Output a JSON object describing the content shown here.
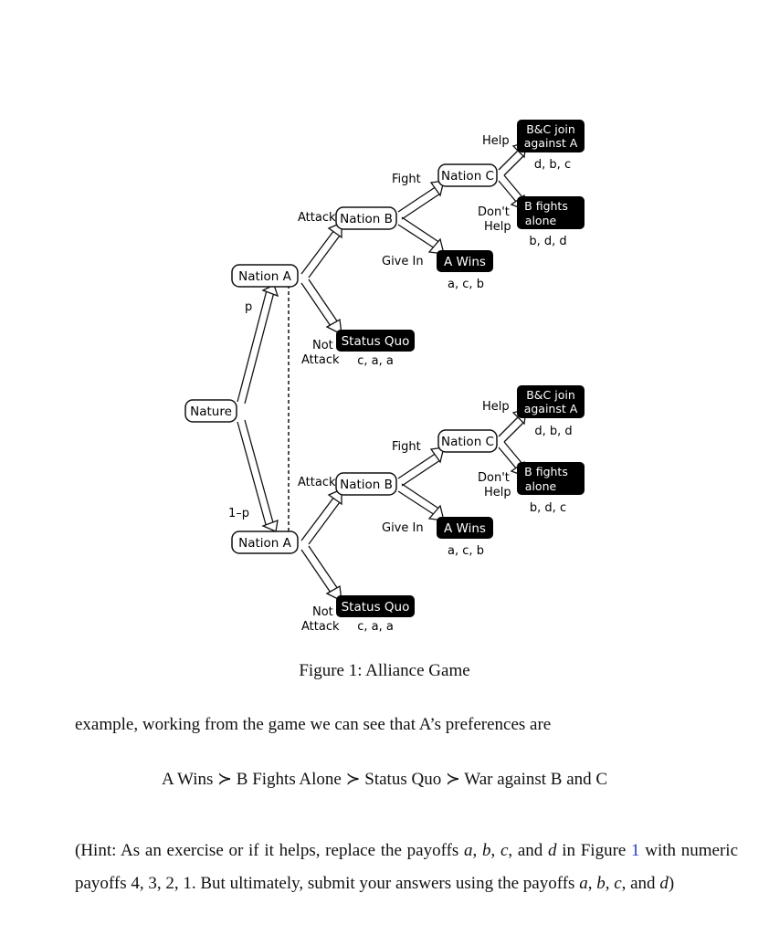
{
  "figure": {
    "nodes": {
      "nature": "Nature",
      "nation_a": "Nation A",
      "nation_b": "Nation B",
      "nation_c": "Nation C"
    },
    "probabilities": {
      "top": "p",
      "bottom": "1–p"
    },
    "actions": {
      "attack": "Attack",
      "not_attack_1": "Not",
      "not_attack_2": "Attack",
      "fight": "Fight",
      "give_in": "Give In",
      "help": "Help",
      "dont_help_1": "Don't",
      "dont_help_2": "Help"
    },
    "outcomes": {
      "join_1": "B&C join",
      "join_2": "against A",
      "alone_1": "B fights",
      "alone_2": "alone",
      "a_wins": "A Wins",
      "status_quo": "Status Quo"
    },
    "payoffs_top": {
      "join": "d, b, c",
      "alone": "b, d, d",
      "a_wins": "a, c, b",
      "status_quo": "c, a, a"
    },
    "payoffs_bottom": {
      "join": "d, b, d",
      "alone": "b, d, c",
      "a_wins": "a, c, b",
      "status_quo": "c, a, a"
    }
  },
  "caption": "Figure 1: Alliance Game",
  "paragraph1": "example, working from the game we can see that A’s preferences are",
  "preference": "A Wins ≻ B Fights Alone ≻ Status Quo ≻ War against B and C",
  "hint": {
    "t1": "(Hint: As an exercise or if it helps, replace the payoffs ",
    "a": "a",
    "c1": ", ",
    "b": "b",
    "c2": ", ",
    "c": "c",
    "c3": ", and ",
    "d": "d",
    "t2": " in Figure ",
    "ref": "1",
    "t3": " with numeric payoffs 4, 3, 2, 1. But ultimately, submit your answers using the payoffs ",
    "a2": "a",
    "c4": ", ",
    "b2": "b",
    "c5": ", ",
    "c2v": "c",
    "c6": ", and ",
    "d2": "d",
    "t4": ")"
  }
}
